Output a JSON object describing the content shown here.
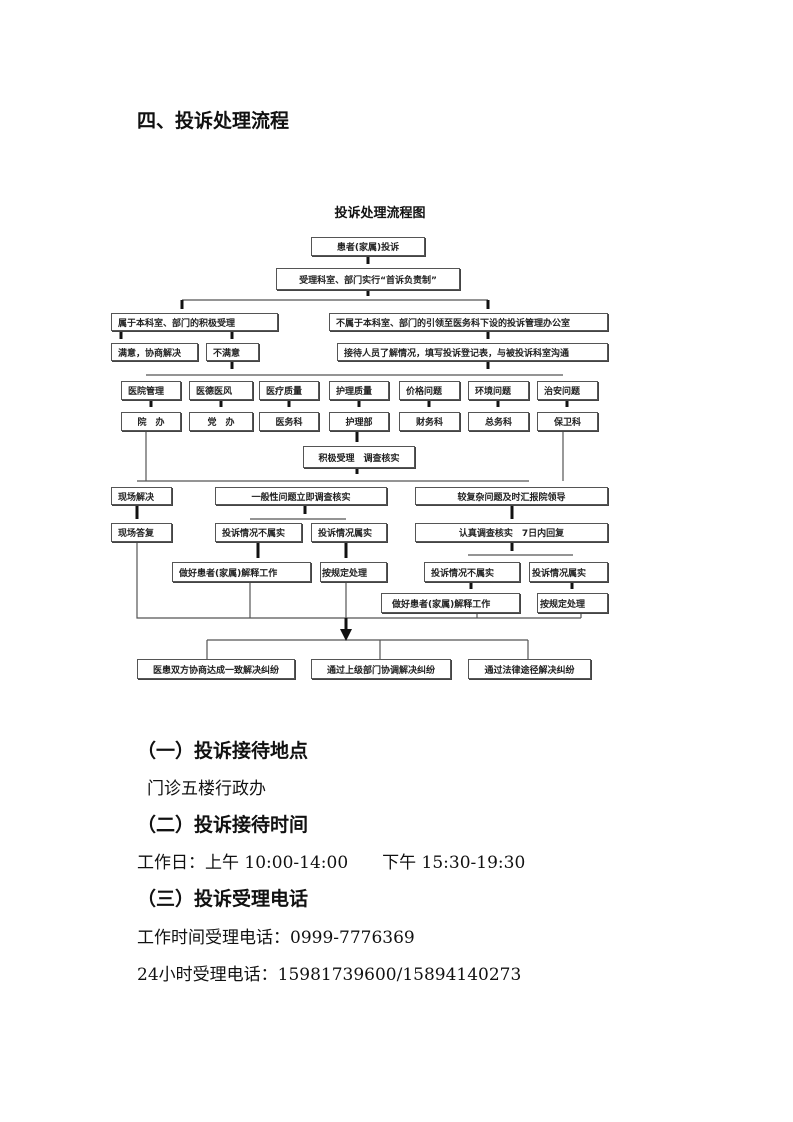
{
  "section_title": "四、投诉处理流程",
  "flowchart": {
    "title": "投诉处理流程图",
    "start": "患者(家属)投诉",
    "first": "受理科室、部门实行“首诉负责制”",
    "left_branch": "属于本科室、部门的积极受理",
    "right_branch": "不属于本科室、部门的引领至医务科下设的投诉管理办公室",
    "satisfied": "满意，协商解决",
    "unsatisfied": "不满意",
    "reception": "接待人员了解情况，填写投诉登记表，与被投诉科室沟通",
    "categories": [
      "医院管理",
      "医德医风",
      "医疗质量",
      "护理质量",
      "价格问题",
      "环境问题",
      "治安问题"
    ],
    "departments": [
      "院　办",
      "党　办",
      "医务科",
      "护理部",
      "财务科",
      "总务科",
      "保卫科"
    ],
    "accept": "积极受理　调查核实",
    "onsite": "现场解决",
    "general": "一般性问题立即调查核实",
    "complex": "较复杂问题及时汇报院领导",
    "onsite_reply": "现场答复",
    "not_true": "投诉情况不属实",
    "true": "投诉情况属实",
    "investigate": "认真调查核实　7日内回复",
    "explain": "做好患者(家属)解释工作",
    "handle": "按规定处理",
    "outcomes": [
      "医患双方协商达成一致解决纠纷",
      "通过上级部门协调解决纠纷",
      "通过法律途径解决纠纷"
    ]
  },
  "location": {
    "heading": "（一）投诉接待地点",
    "text": "门诊五楼行政办"
  },
  "time": {
    "heading": "（二）投诉接待时间",
    "text": "工作日：上午 10:00-14:00　　下午 15:30-19:30"
  },
  "phone": {
    "heading": "（三）投诉受理电话",
    "work": "工作时间受理电话：0999-7776369",
    "allday": "24小时受理电话：15981739600/15894140273"
  }
}
